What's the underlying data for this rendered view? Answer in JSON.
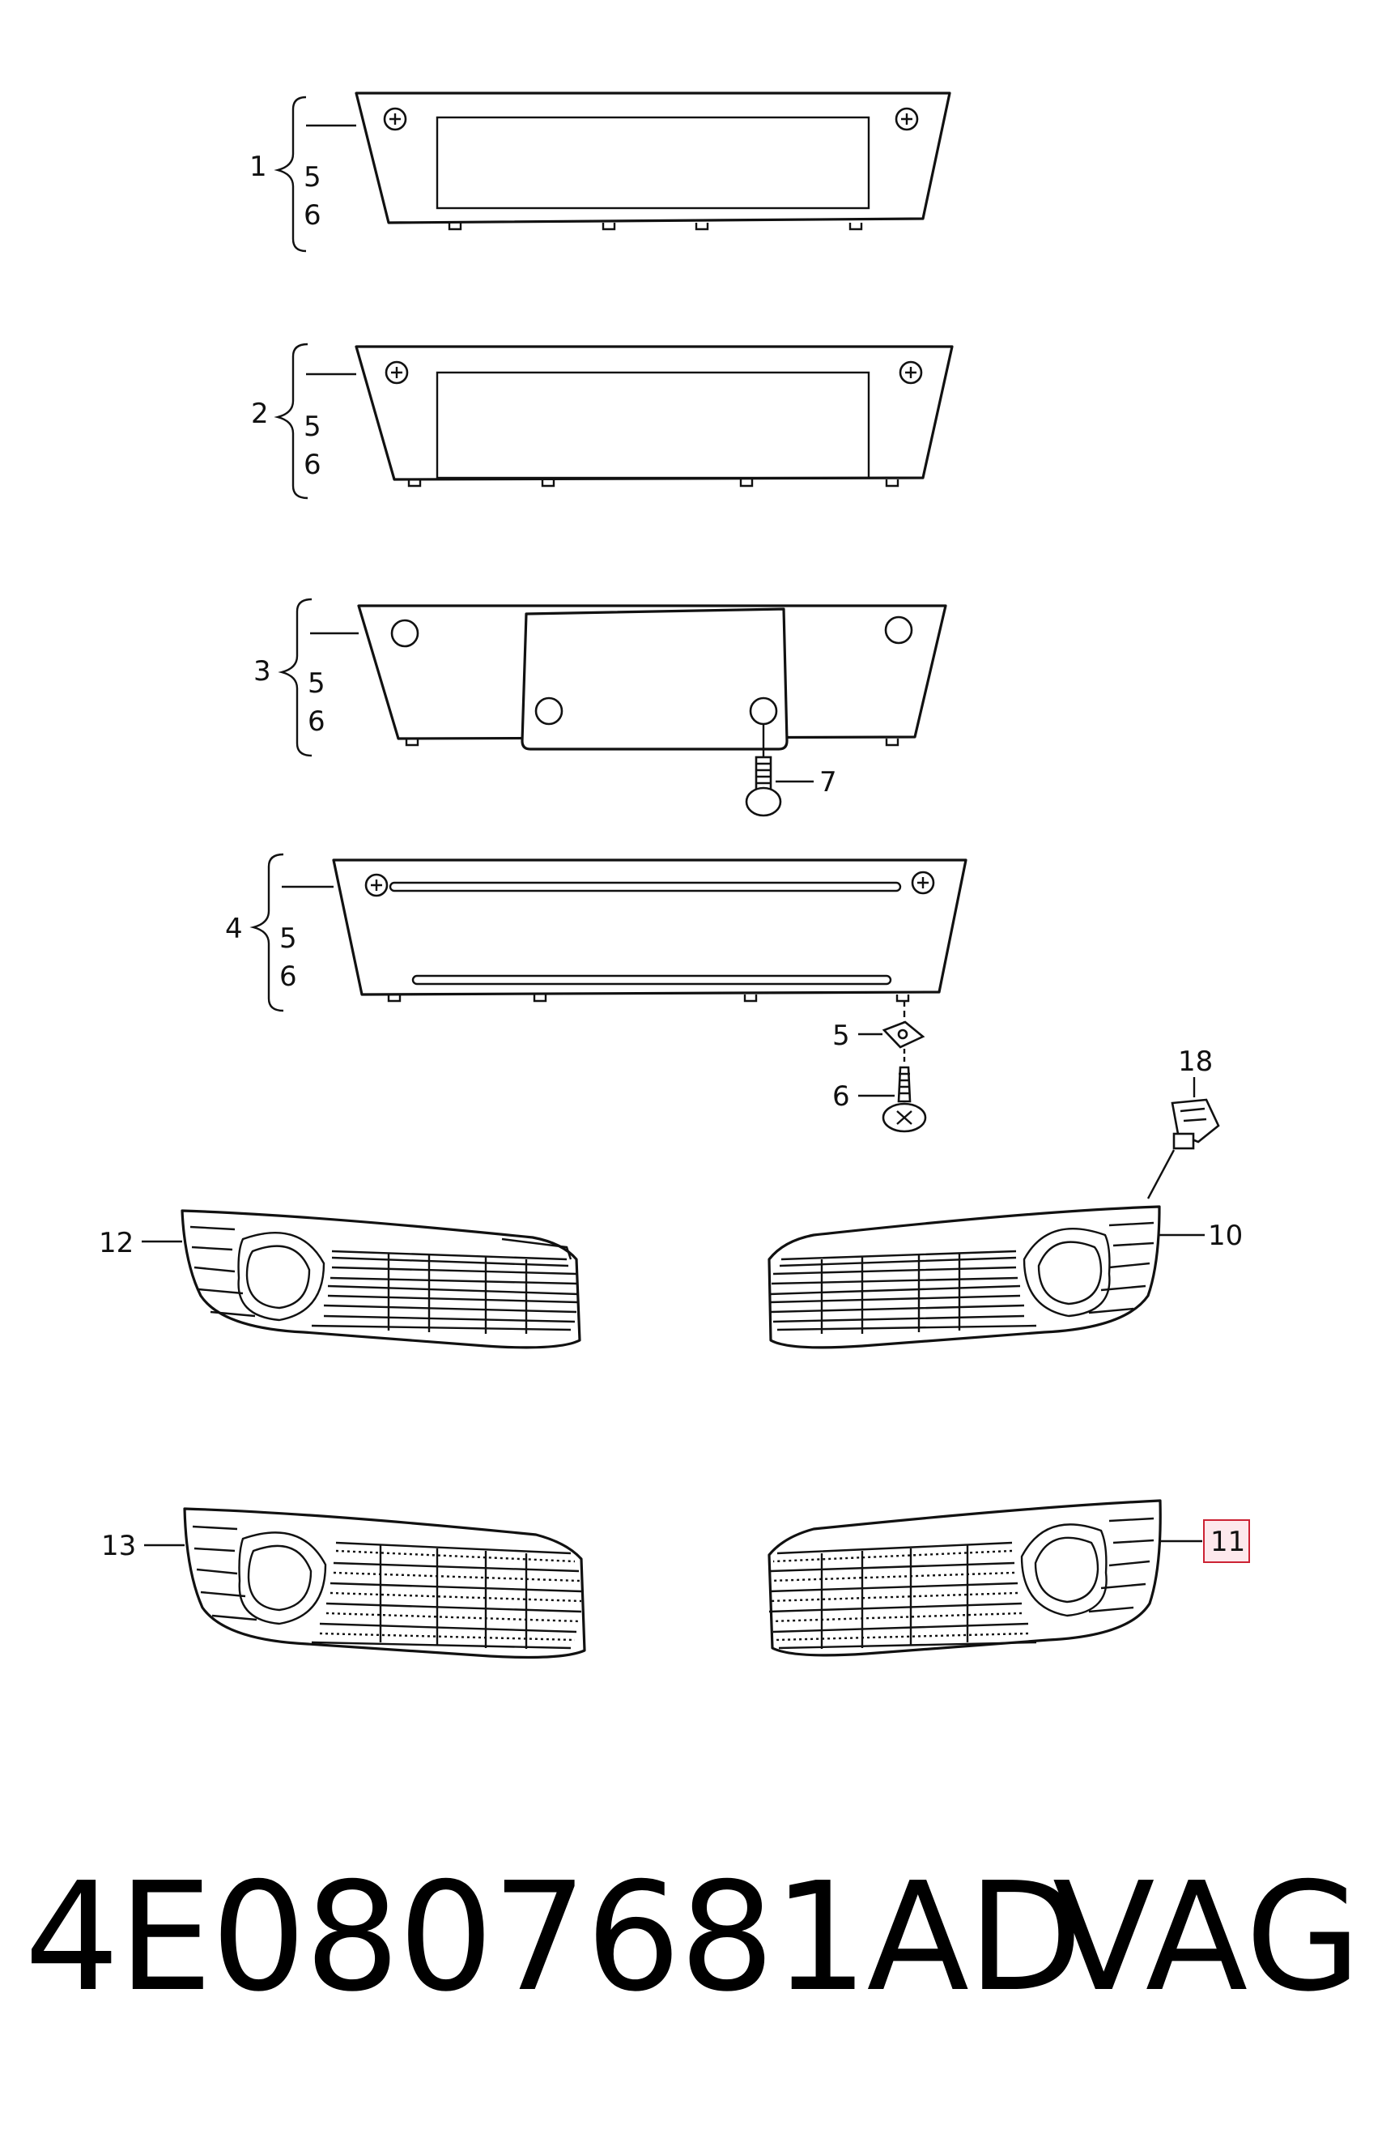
{
  "callouts": {
    "c1": "1",
    "c1_5": "5",
    "c1_6": "6",
    "c2": "2",
    "c2_5": "5",
    "c2_6": "6",
    "c3": "3",
    "c3_5": "5",
    "c3_6": "6",
    "c4": "4",
    "c4_5": "5",
    "c4_6": "6",
    "c5": "5",
    "c6": "6",
    "c7": "7",
    "c10": "10",
    "c11": "11",
    "c12": "12",
    "c13": "13",
    "c18": "18"
  },
  "highlight": {
    "label": "11",
    "color": "#cc2233",
    "fill": "#fde8ec"
  },
  "footer": {
    "part_number": "4E0807681AD",
    "brand": "VAG"
  }
}
